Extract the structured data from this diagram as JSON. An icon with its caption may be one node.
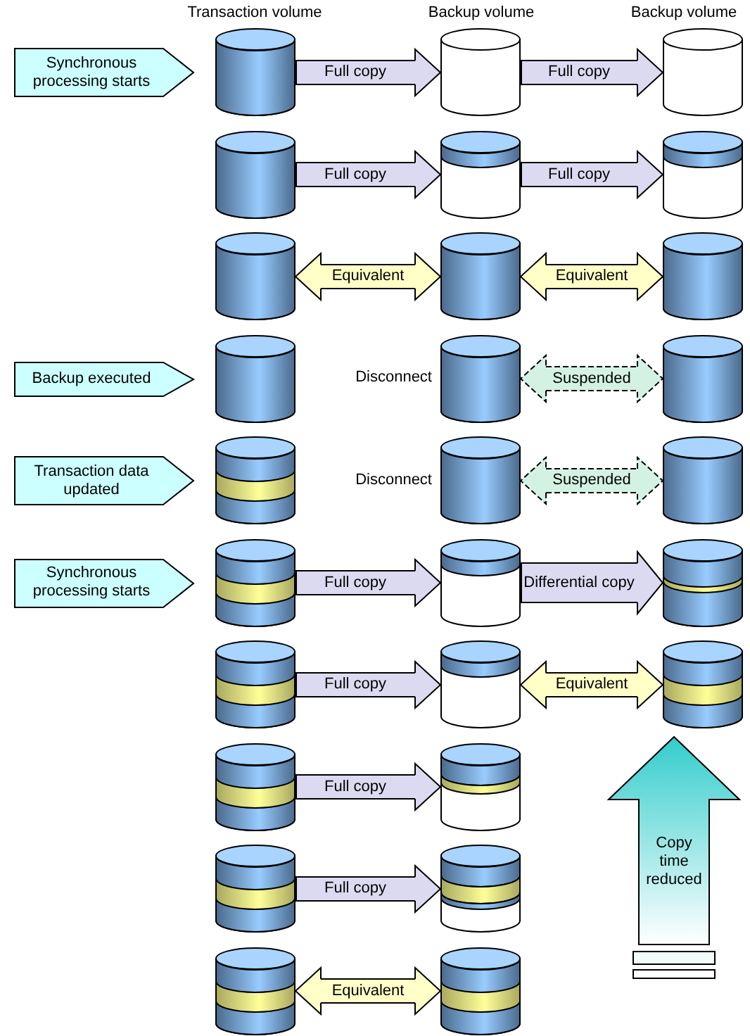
{
  "diagram": {
    "nodes": [
      {
        "text": [
          "Synchronous processing starts"
        ]
      },
      {
        "text": [],
        "shape": "cylinder"
      },
      {
        "text": [],
        "shape": "cylinder"
      },
      {
        "text": [],
        "shape": "cylinder"
      },
      {
        "text": [],
        "shape": "cylinder"
      },
      {
        "text": [],
        "shape": "cylinder"
      },
      {
        "text": [],
        "shape": "cylinder"
      },
      {
        "text": [],
        "shape": "cylinder"
      },
      {
        "text": [],
        "shape": "cylinder"
      },
      {
        "text": [],
        "shape": "cylinder"
      },
      {
        "text": [
          "Backup executed"
        ]
      },
      {
        "text": [],
        "shape": "cylinder"
      },
      {
        "text": [],
        "shape": "cylinder",
        "beside": [
          "Disconnect"
        ]
      },
      {
        "text": [],
        "shape": "cylinder"
      },
      {
        "text": [
          "Transaction data updated"
        ]
      },
      {
        "text": [],
        "shape": "cylinder"
      },
      {
        "text": [],
        "shape": "cylinder",
        "beside": [
          "Disconnect"
        ]
      },
      {
        "text": [],
        "shape": "cylinder"
      },
      {
        "text": [
          "Synchronous processing starts"
        ]
      },
      {
        "text": [],
        "shape": "cylinder"
      },
      {
        "text": [],
        "shape": "cylinder"
      },
      {
        "text": [],
        "shape": "cylinder"
      },
      {
        "text": [],
        "shape": "cylinder"
      },
      {
        "text": [],
        "shape": "cylinder"
      },
      {
        "text": [],
        "shape": "cylinder"
      },
      {
        "text": [],
        "shape": "cylinder"
      },
      {
        "text": [],
        "shape": "cylinder"
      },
      {
        "text": [
          "Copy time reduced"
        ]
      },
      {
        "text": [],
        "shape": "cylinder"
      },
      {
        "text": [],
        "shape": "cylinder"
      },
      {
        "text": [],
        "shape": "cylinder"
      },
      {
        "text": [],
        "shape": "cylinder"
      }
    ],
    "edges": [
      {
        "from": 1,
        "to": 2,
        "arrow": "to",
        "label": "Full copy"
      },
      {
        "from": 2,
        "to": 3,
        "arrow": "to",
        "label": "Full copy"
      },
      {
        "from": 4,
        "to": 5,
        "arrow": "to",
        "label": "Full copy"
      },
      {
        "from": 5,
        "to": 6,
        "arrow": "to",
        "label": "Full copy"
      },
      {
        "from": 7,
        "to": 8,
        "arrow": "both",
        "label": "Equivalent",
        "color": "#ffffc8"
      },
      {
        "from": 8,
        "to": 9,
        "arrow": "both",
        "label": "Equivalent",
        "color": "#ffffc8"
      },
      {
        "from": 12,
        "to": 13,
        "arrow": "both",
        "label": "Suspended",
        "style": "dashed",
        "color": "#d4f2e4"
      },
      {
        "from": 16,
        "to": 17,
        "arrow": "both",
        "label": "Suspended",
        "style": "dashed",
        "color": "#d4f2e4"
      },
      {
        "from": 19,
        "to": 20,
        "arrow": "to",
        "label": "Full copy"
      },
      {
        "from": 20,
        "to": 21,
        "arrow": "to",
        "label": "Differential copy"
      },
      {
        "from": 22,
        "to": 23,
        "arrow": "to",
        "label": "Full copy"
      },
      {
        "from": 23,
        "to": 24,
        "arrow": "both",
        "label": "Equivalent",
        "color": "#ffffc8"
      },
      {
        "from": 25,
        "to": 26,
        "arrow": "to",
        "label": "Full copy"
      },
      {
        "from": 28,
        "to": 29,
        "arrow": "to",
        "label": "Full copy"
      },
      {
        "from": 30,
        "to": 31,
        "arrow": "both",
        "label": "Equivalent",
        "color": "#ffffc8"
      }
    ],
    "labels": [
      "Transaction volume",
      "Backup volume",
      "Backup volume"
    ]
  }
}
